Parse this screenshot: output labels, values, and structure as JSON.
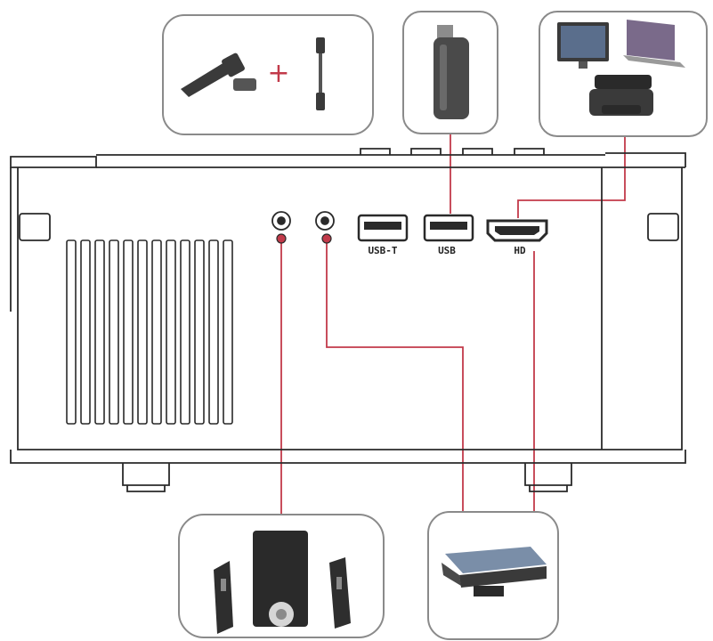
{
  "diagram": {
    "colors": {
      "outline": "#2a2a2a",
      "connector_line": "#c23a4a",
      "panel_border": "#8a8a8a",
      "device_dark": "#3a3a3a",
      "device_grey": "#6c6c6c",
      "screen_blue": "#5a6e8c",
      "background": "#ffffff"
    },
    "ports": [
      {
        "id": "audio-out",
        "label": ""
      },
      {
        "id": "av-in",
        "label": ""
      },
      {
        "id": "usb-power",
        "label": "USB-T"
      },
      {
        "id": "usb",
        "label": "USB"
      },
      {
        "id": "hdmi",
        "label": "HD"
      }
    ],
    "peripherals": [
      {
        "id": "streaming-stick-plus-cable",
        "icon": "streaming-stick-icon",
        "connects_to": ""
      },
      {
        "id": "usb-flash-drive",
        "icon": "usb-drive-icon",
        "connects_to": "usb"
      },
      {
        "id": "hdmi-sources",
        "icon": "computer-laptop-console-icon",
        "connects_to": "hdmi"
      },
      {
        "id": "speaker-system",
        "icon": "speakers-icon",
        "connects_to": "audio-out"
      },
      {
        "id": "av-device",
        "icon": "dvd-player-icon",
        "connects_to": "av-in"
      }
    ],
    "plus_sign": "+"
  }
}
